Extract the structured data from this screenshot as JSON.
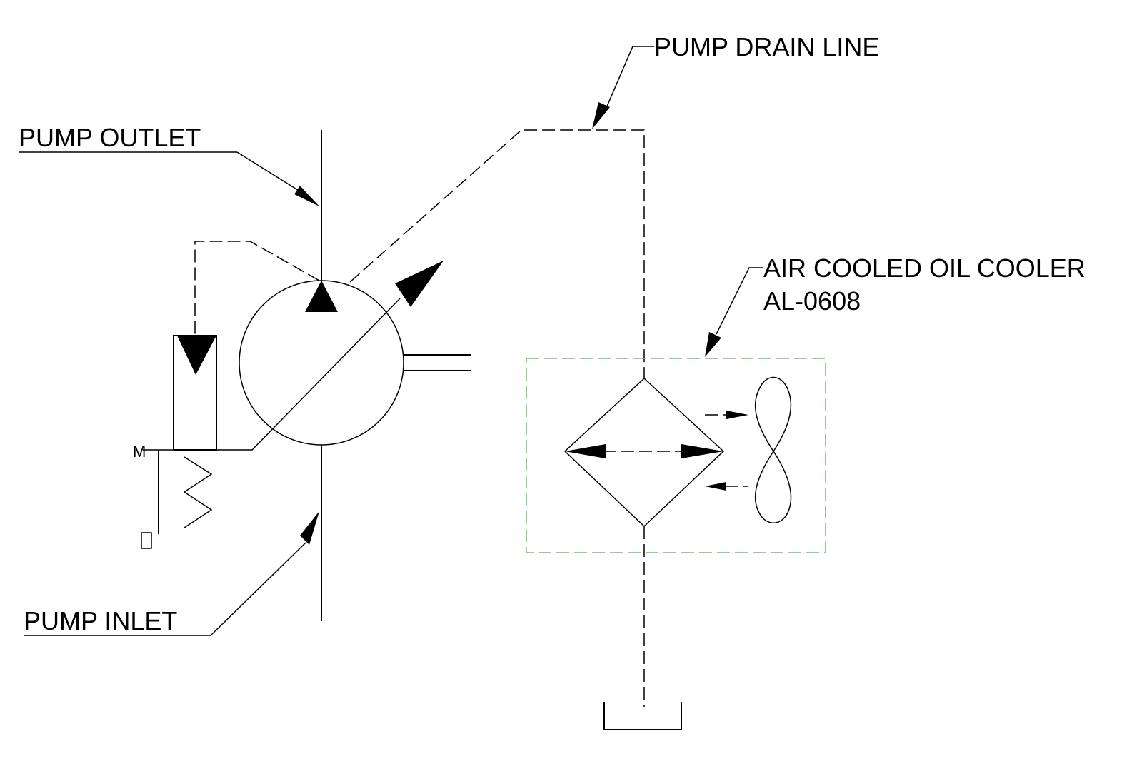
{
  "diagram": {
    "type": "hydraulic schematic",
    "labels": {
      "pump_drain_line": "PUMP DRAIN LINE",
      "pump_outlet": "PUMP OUTLET",
      "pump_inlet": "PUMP INLET",
      "cooler_name": "AIR COOLED OIL COOLER",
      "cooler_model": "AL-0608",
      "compensator_marker": "M"
    },
    "components": [
      "variable-displacement-pump",
      "pressure-compensator",
      "air-cooled-oil-cooler",
      "fan",
      "reservoir-tank"
    ],
    "colors": {
      "lines": "#000000",
      "cooler_boundary": "#5ccc5c"
    }
  }
}
